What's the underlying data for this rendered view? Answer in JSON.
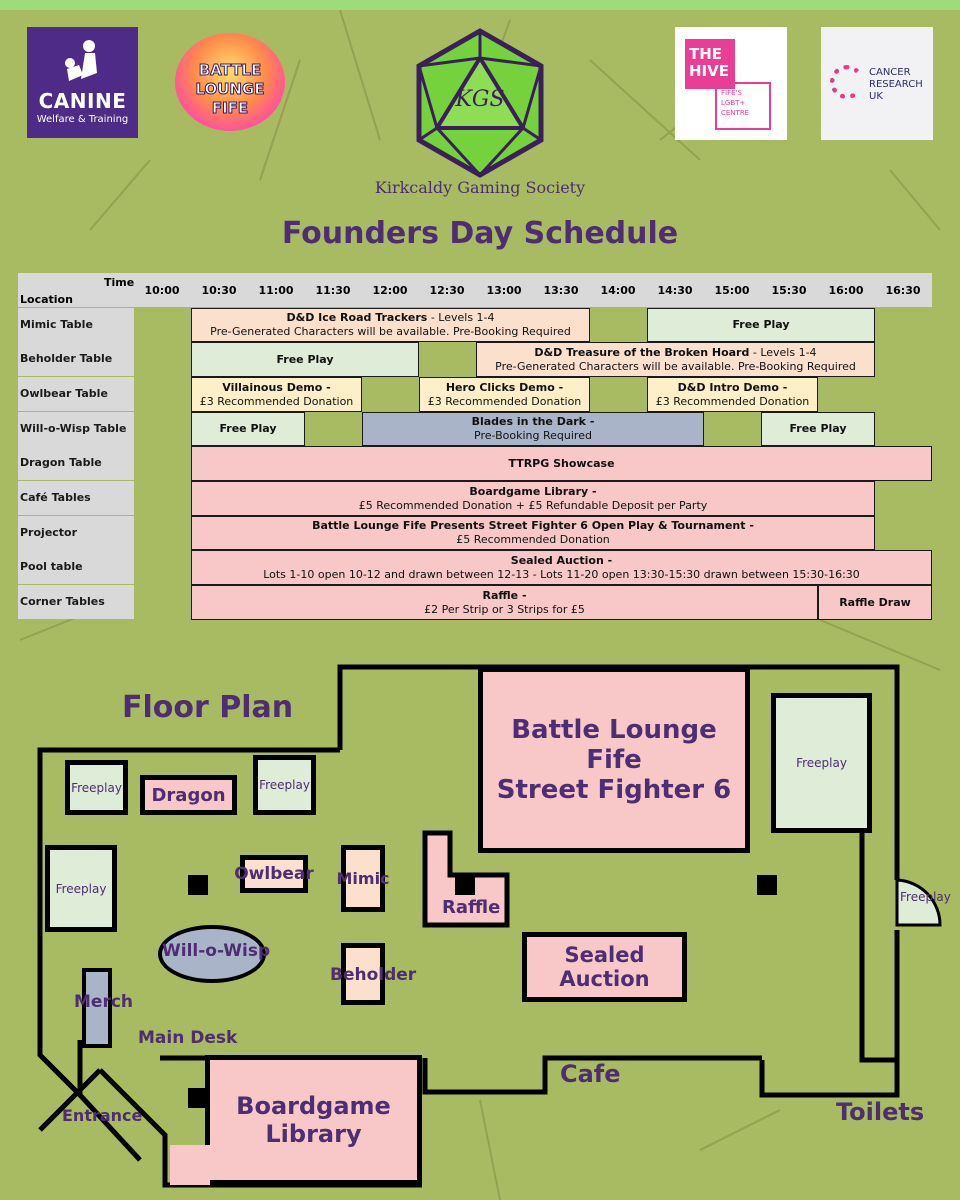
{
  "colors": {
    "background": "#a8bb62",
    "accent_purple": "#4e2d72",
    "topbar": "#9fdc79",
    "event_pink": "#f8c7c7",
    "event_peach": "#fbe1cd",
    "event_mint": "#deecd8",
    "event_cream": "#fdf0c8",
    "event_slate": "#aab4c8"
  },
  "sponsors": {
    "canine": {
      "title": "CANINE",
      "subtitle": "Welfare & Training"
    },
    "battle_lounge": {
      "line1": "BATTLE",
      "line2": "LOUNGE",
      "line3": "FIFE"
    },
    "hive": {
      "title": "THE HIVE",
      "subtitle": "FIFE'S LGBT+ CENTRE"
    },
    "cancer_research": {
      "text": "CANCER RESEARCH UK"
    }
  },
  "logo": {
    "monogram": "KGS",
    "caption": "Kirkcaldy Gaming Society",
    "icon": "d20-dice-icon"
  },
  "title": "Founders Day Schedule",
  "schedule": {
    "time_header": "Time",
    "location_header": "Location",
    "times": [
      "10:00",
      "10:30",
      "11:00",
      "11:30",
      "12:00",
      "12:30",
      "13:00",
      "13:30",
      "14:00",
      "14:30",
      "15:00",
      "15:30",
      "16:00",
      "16:30"
    ],
    "locations": [
      "Mimic Table",
      "Beholder Table",
      "Owlbear Table",
      "Will-o-Wisp Table",
      "Dragon Table",
      "Café Tables",
      "Projector",
      "Pool table",
      "Corner Tables"
    ],
    "events": {
      "mimic_1": {
        "title": "D&D Ice Road Trackers",
        "suffix": " - Levels 1-4",
        "line2": "Pre-Generated Characters will be available. Pre-Booking Required"
      },
      "mimic_2": {
        "title": "Free Play"
      },
      "beholder_1": {
        "title": "Free Play"
      },
      "beholder_2": {
        "title": "D&D Treasure of the Broken Hoard",
        "suffix": " - Levels 1-4",
        "line2": "Pre-Generated Characters will be available. Pre-Booking Required"
      },
      "owlbear_1": {
        "title": "Villainous Demo -",
        "line2": "£3 Recommended Donation"
      },
      "owlbear_2": {
        "title": "Hero Clicks Demo -",
        "line2": "£3 Recommended Donation"
      },
      "owlbear_3": {
        "title": "D&D Intro Demo -",
        "line2": "£3 Recommended Donation"
      },
      "wisp_1": {
        "title": "Free Play"
      },
      "wisp_2": {
        "title": "Blades in the Dark -",
        "line2": "Pre-Booking Required"
      },
      "wisp_3": {
        "title": "Free Play"
      },
      "dragon_1": {
        "title": "TTRPG Showcase"
      },
      "cafe_1": {
        "title": "Boardgame Library -",
        "line2": "£5 Recommended Donation + £5 Refundable Deposit per Party"
      },
      "projector_1": {
        "title": "Battle Lounge Fife Presents Street Fighter 6 Open Play & Tournament -",
        "line2": "£5 Recommended Donation"
      },
      "pool_1": {
        "title": "Sealed Auction -",
        "line2": "Lots 1-10 open 10-12 and drawn between 12-13 - Lots 11-20 open 13:30-15:30 drawn between 15:30-16:30"
      },
      "corner_1": {
        "title": "Raffle -",
        "line2": "£2 Per Strip or 3 Strips for £5"
      },
      "corner_2": {
        "title": "Raffle Draw"
      }
    }
  },
  "floorplan": {
    "title": "Floor Plan",
    "freeplay": "Freeplay",
    "dragon": "Dragon",
    "owlbear": "Owlbear",
    "mimic": "Mimic",
    "will_o_wisp": "Will-o-Wisp",
    "beholder": "Beholder",
    "merch": "Merch",
    "main_desk": "Main Desk",
    "entrance": "Entrance",
    "boardgame_1": "Boardgame",
    "boardgame_2": "Library",
    "battle_1": "Battle Lounge Fife",
    "battle_2": "Street Fighter 6",
    "raffle": "Raffle",
    "sealed_auction": "Sealed Auction",
    "cafe": "Cafe",
    "toilets": "Toilets"
  }
}
